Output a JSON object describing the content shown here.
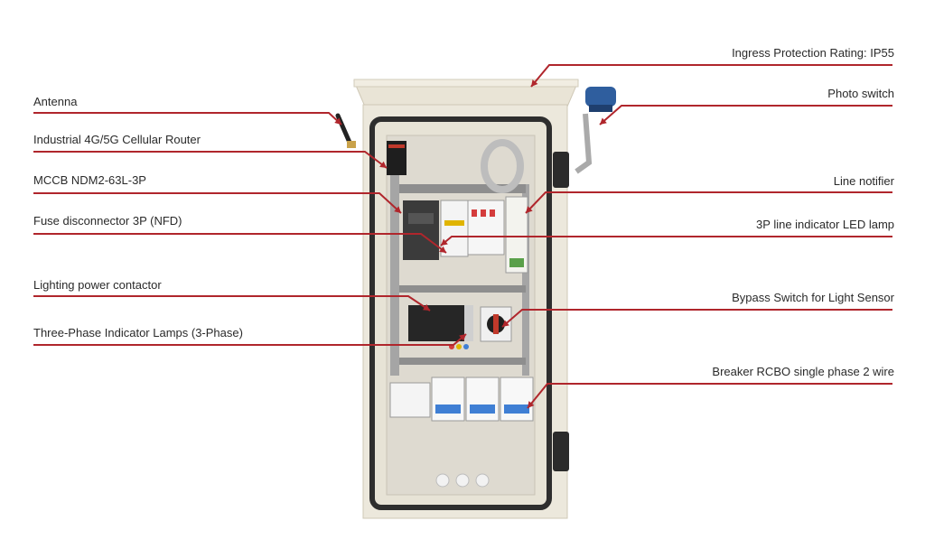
{
  "colors": {
    "leader_line": "#b0262c",
    "cabinet": "#ece8dc",
    "gasket": "#2e2e2e",
    "rail": "#9a9a9a",
    "breaker": "#f2f2f2",
    "sensor_cap": "#2f5e9e"
  },
  "labels_left": [
    {
      "id": "antenna",
      "text": "Antenna"
    },
    {
      "id": "router",
      "text": "Industrial 4G/5G Cellular Router"
    },
    {
      "id": "mccb",
      "text": "MCCB NDM2-63L-3P"
    },
    {
      "id": "fuse",
      "text": "Fuse disconnector 3P (NFD)"
    },
    {
      "id": "contactor",
      "text": "Lighting power contactor"
    },
    {
      "id": "indicator3",
      "text": "Three-Phase Indicator Lamps (3-Phase)"
    }
  ],
  "labels_right": [
    {
      "id": "ip55",
      "text": "Ingress Protection Rating: IP55"
    },
    {
      "id": "photo",
      "text": "Photo switch"
    },
    {
      "id": "notifier",
      "text": "Line notifier"
    },
    {
      "id": "ledlamp",
      "text": "3P line indicator LED lamp"
    },
    {
      "id": "bypass",
      "text": "Bypass Switch for Light Sensor"
    },
    {
      "id": "rcbo",
      "text": "Breaker RCBO single phase 2 wire"
    }
  ]
}
